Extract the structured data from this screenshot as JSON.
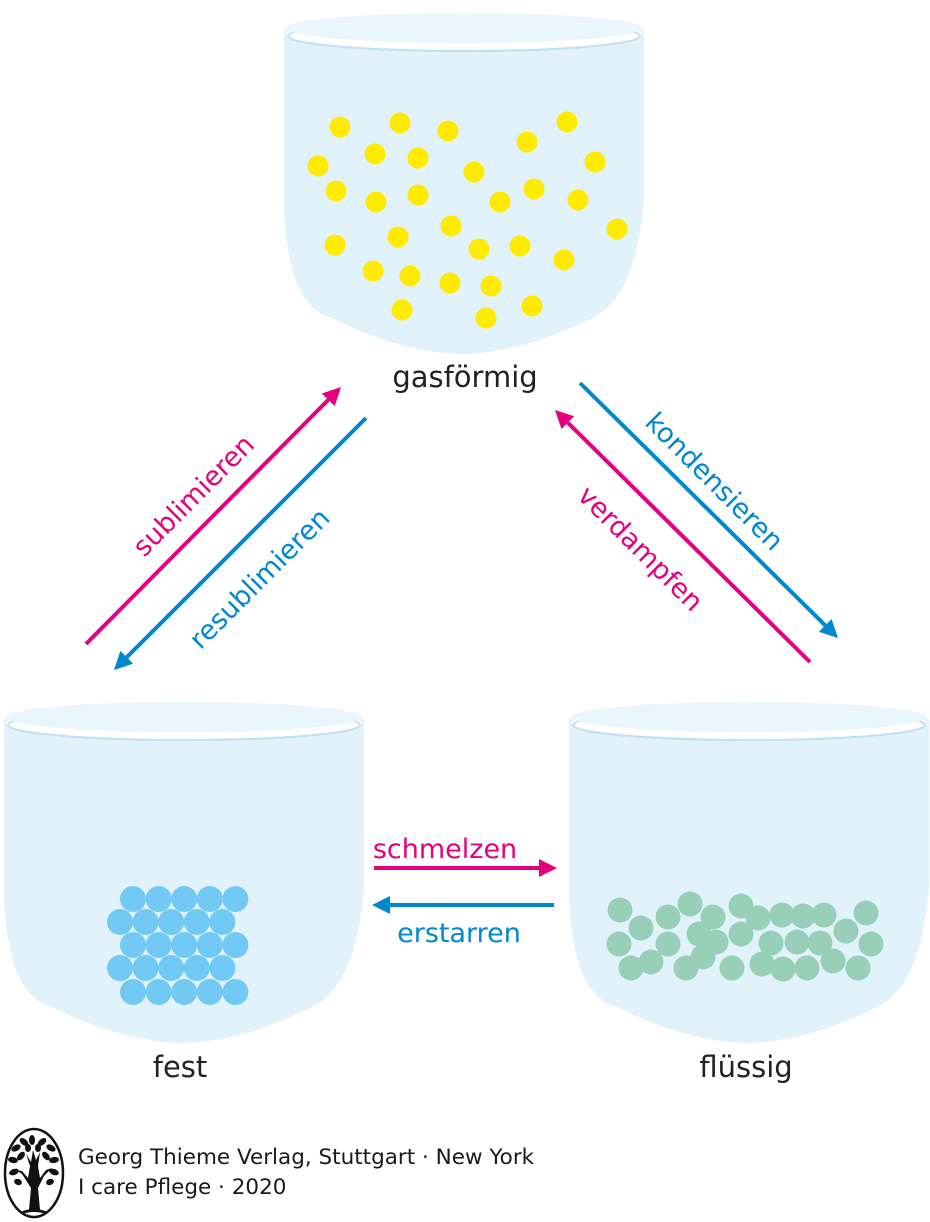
{
  "states": {
    "gas": {
      "label": "gasförmig",
      "particle_color": "#FFEB00",
      "particle_count": 32
    },
    "solid": {
      "label": "fest",
      "particle_color": "#72CAF4",
      "particle_count": 25,
      "arrangement": "close-packed lattice, 5 rows"
    },
    "liquid": {
      "label": "flüssig",
      "particle_color": "#98CFB9",
      "particle_count": 38
    }
  },
  "processes": [
    {
      "id": "sublimieren",
      "label": "sublimieren",
      "from": "fest",
      "to": "gasförmig",
      "color": "#E5007D"
    },
    {
      "id": "resublimieren",
      "label": "resublimieren",
      "from": "gasförmig",
      "to": "fest",
      "color": "#0088CE"
    },
    {
      "id": "kondensieren",
      "label": "kondensieren",
      "from": "gasförmig",
      "to": "flüssig",
      "color": "#0088CE"
    },
    {
      "id": "verdampfen",
      "label": "verdampfen",
      "from": "flüssig",
      "to": "gasförmig",
      "color": "#E5007D"
    },
    {
      "id": "schmelzen",
      "label": "schmelzen",
      "from": "fest",
      "to": "flüssig",
      "color": "#E5007D"
    },
    {
      "id": "erstarren",
      "label": "erstarren",
      "from": "flüssig",
      "to": "fest",
      "color": "#0088CE"
    }
  ],
  "colors": {
    "beaker_fill": "#E2F2FB",
    "beaker_rim": "#EAF6FD",
    "beaker_rim_shadow": "#BFE0F0",
    "heating": "#E5007D",
    "cooling": "#0088CE"
  },
  "credit": {
    "line1": "Georg Thieme Verlag, Stuttgart · New York",
    "line2": "I care Pflege · 2020",
    "logo": "thieme-tree-logo"
  }
}
